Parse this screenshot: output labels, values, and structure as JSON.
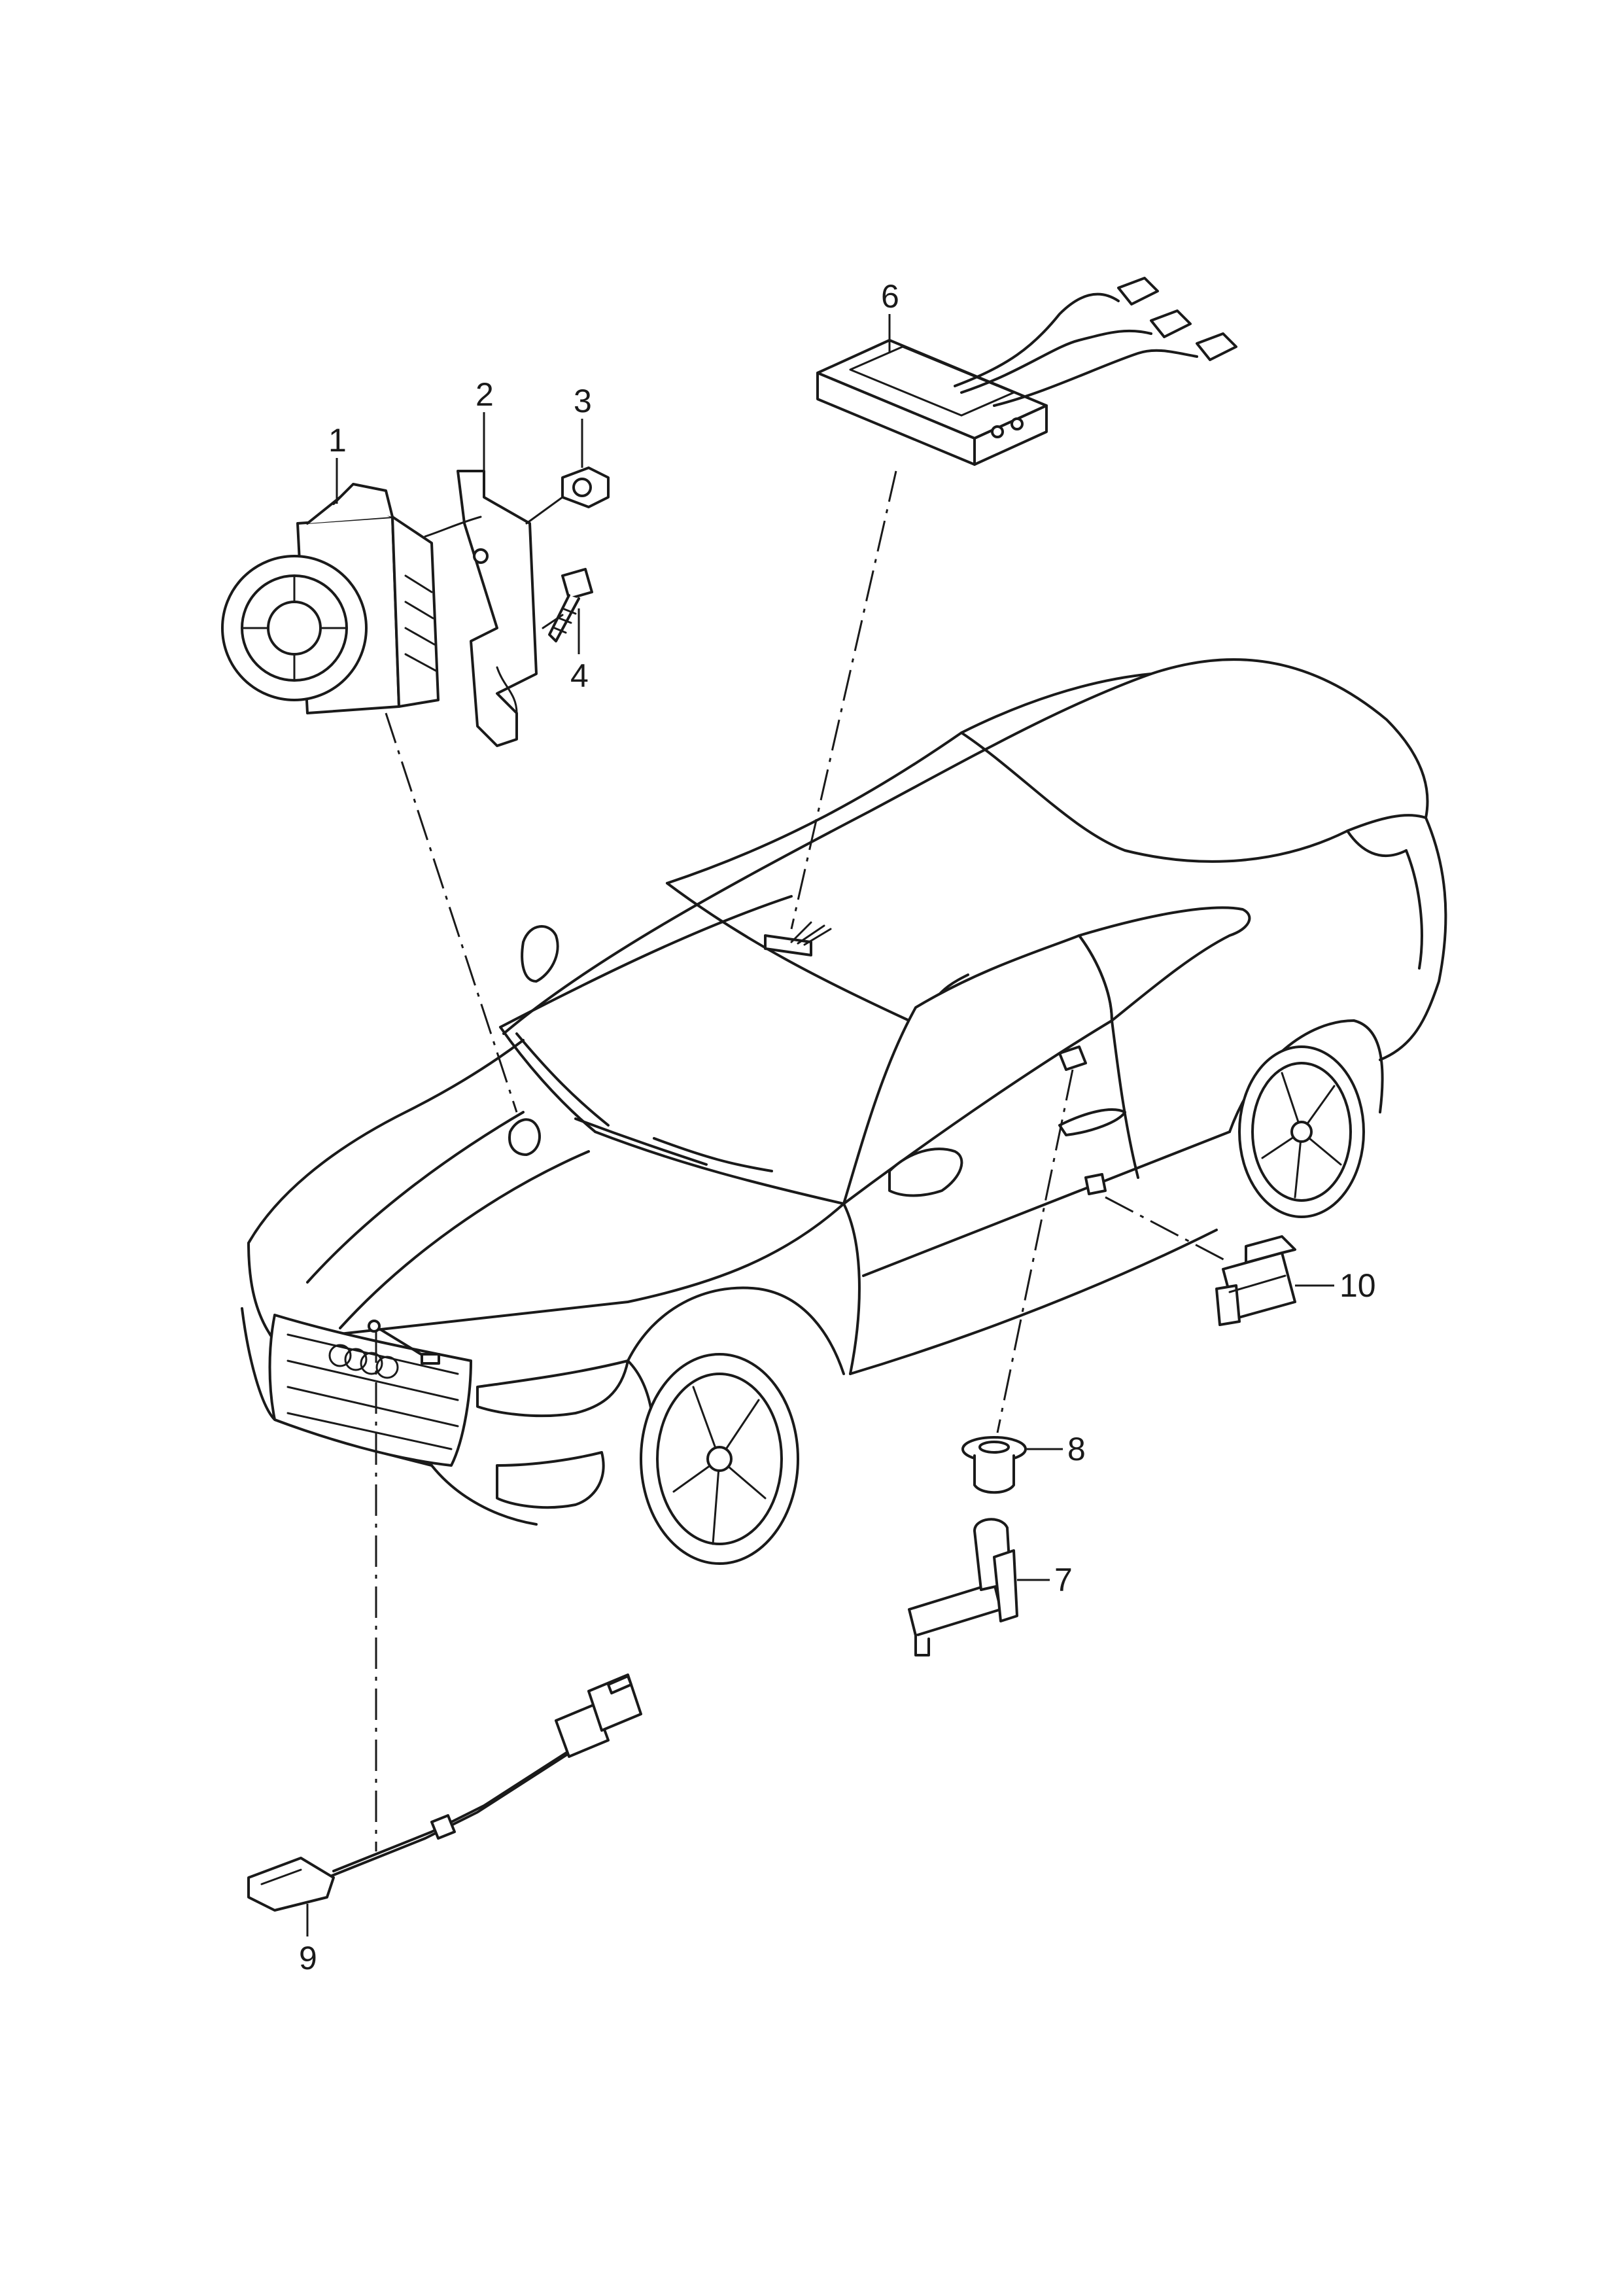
{
  "diagram": {
    "callouts": [
      {
        "id": "1",
        "label": "1"
      },
      {
        "id": "2",
        "label": "2"
      },
      {
        "id": "3",
        "label": "3"
      },
      {
        "id": "4",
        "label": "4"
      },
      {
        "id": "6",
        "label": "6"
      },
      {
        "id": "7",
        "label": "7"
      },
      {
        "id": "8",
        "label": "8"
      },
      {
        "id": "9",
        "label": "9"
      },
      {
        "id": "10",
        "label": "10"
      }
    ],
    "badge_text": "audi"
  }
}
